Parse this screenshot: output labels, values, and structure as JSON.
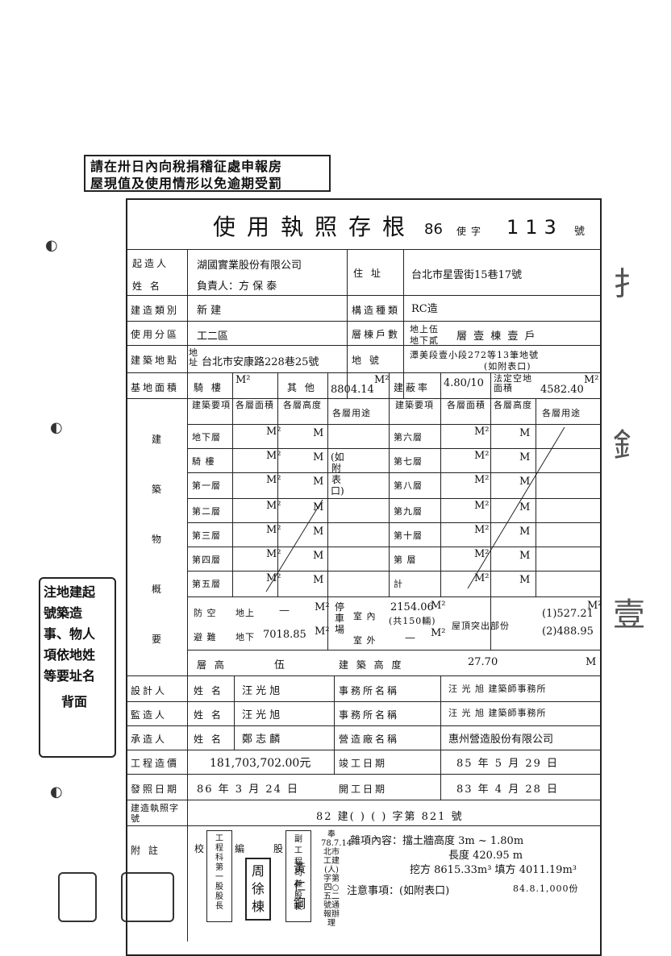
{
  "stamp": {
    "line1": "請在卅日內向稅捐稽征處申報房",
    "line2": "屋現值及使用情形以免逾期受罰"
  },
  "title": {
    "main": "使用執照存根",
    "year": "86",
    "zi": "使字",
    "number": "113",
    "hao": "號"
  },
  "row1": {
    "label_a": "起造人",
    "label_b": "姓 名",
    "company": "湖國實業股份有限公司",
    "person": "負責人：方 保 泰",
    "addr_label": "住 址",
    "address": "台北市星雲街15巷17號"
  },
  "row2": {
    "label": "建造類別",
    "value": "新 建",
    "struct_label": "構造種類",
    "struct_value": "RC造"
  },
  "row3": {
    "label": "使用分區",
    "value": "工二區",
    "floors_label": "層棟戶數",
    "above": "地上伍",
    "below": "地下貳",
    "floors_rest": "層 壹 棟 壹 戶"
  },
  "row4": {
    "label": "建築地點",
    "addr_tag": "地址",
    "address": "台北市安康路228巷25號",
    "lot_label": "地 號",
    "lot_value": "潭美段壹小段272等13筆地號",
    "lot_note": "(如附表口)"
  },
  "row5": {
    "label": "基地面積",
    "qilou": "騎 樓",
    "m2": "M²",
    "other": "其 他",
    "other_value": "8804.14",
    "coverage_label": "建蔽率",
    "coverage_value": "4.80/10",
    "legal_label": "法定空地面積",
    "legal_value": "4582.40"
  },
  "grid_head": {
    "item": "建築要項",
    "area": "各層面積",
    "height": "各層高度",
    "use": "各層用途"
  },
  "left_floors": [
    "地下層",
    "騎 樓",
    "第一層",
    "第二層",
    "第三層",
    "第四層",
    "第五層"
  ],
  "right_floors": [
    "第六層",
    "第七層",
    "第八層",
    "第九層",
    "第十層",
    "第 層",
    "計"
  ],
  "unit_m2": "M²",
  "unit_m": "M",
  "use_note": "(如附表口)",
  "side_label": [
    "建",
    "築",
    "物",
    "概",
    "要"
  ],
  "shelter": {
    "label_a": "防 空",
    "label_b": "避 難",
    "above": "地上",
    "above_value": "—",
    "below": "地下",
    "below_value": "7018.85"
  },
  "parking": {
    "label": "停車場",
    "indoor": "室 內",
    "indoor_value": "2154.06",
    "indoor_count": "(共150輛)",
    "outdoor": "室 外",
    "outdoor_value": "—"
  },
  "roof": {
    "label": "屋頂突出部份",
    "v1": "(1)527.21",
    "v2": "(2)488.95"
  },
  "height_row": {
    "floors": "層 高",
    "floors_value": "伍",
    "label": "建 築 高 度",
    "value": "27.70",
    "unit": "M"
  },
  "designer": {
    "label": "設計人",
    "name_label": "姓 名",
    "name": "汪 光 旭",
    "office_label": "事務所名稱",
    "office": "汪 光 旭 建築師事務所"
  },
  "supervisor": {
    "label": "監造人",
    "name_label": "姓 名",
    "name": "汪 光 旭",
    "office_label": "事務所名稱",
    "office": "汪 光 旭 建築師事務所"
  },
  "contractor": {
    "label": "承造人",
    "name_label": "姓 名",
    "name": "鄭 志 麟",
    "office_label": "營造廠名稱",
    "office": "惠州營造股份有限公司"
  },
  "cost": {
    "label": "工程造價",
    "value": "181,703,702.00元",
    "done_label": "竣工日期",
    "done": "85 年 5 月 29 日"
  },
  "issue": {
    "label": "發照日期",
    "value": "86 年 3 月 24 日",
    "start_label": "開工日期",
    "start": "83 年 4 月 28 日"
  },
  "permit": {
    "label": "建造執照字號",
    "value": "82 建( ) ( ) 字第 821 號"
  },
  "remarks": {
    "label": "附 註",
    "check": "校",
    "edit": "編",
    "ban": "股",
    "stamp1": "工程科第一股股長",
    "stamp_name1": "周徐棟",
    "stamp2": "副工程司兼股長",
    "stamp_name2": "黃仁鋼",
    "fine": "奉78.7.14北市工建(人)字第四○五二號通報辦理",
    "item1": "雜項內容：擋土牆高度 3m ~ 1.80m",
    "item2": "長度 420.95 m",
    "item3": "挖方 8615.33m³ 填方 4011.19m³",
    "item4": "注意事項：(如附表口)",
    "print": "84.8.1,000份"
  },
  "left_note": {
    "lines": [
      "注地建起",
      "號築造",
      "事、物人",
      "項依地姓",
      "等要址名"
    ],
    "back": "背面"
  }
}
